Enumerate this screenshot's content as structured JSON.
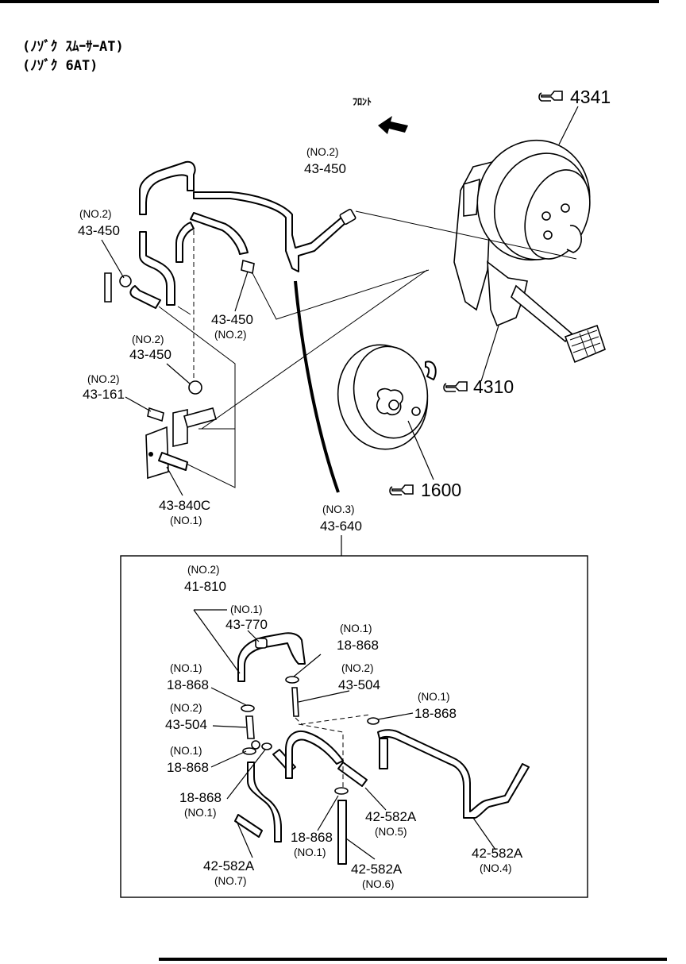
{
  "header": {
    "line1": "(ﾉｿﾞｸ ｽﾑｰｻｰAT)",
    "line2": "(ﾉｿﾞｸ 6AT)"
  },
  "front_label": "ﾌﾛﾝﾄ",
  "refs": {
    "r4341": "4341",
    "r4310": "4310",
    "r1600": "1600"
  },
  "upper_labels": {
    "a_no": "(NO.2)",
    "a_pn": "43-450",
    "b_no": "(NO.2)",
    "b_pn": "43-450",
    "c_pn": "43-450",
    "c_no": "(NO.2)",
    "d_no": "(NO.2)",
    "d_pn": "43-450",
    "e_no": "(NO.2)",
    "e_pn": "43-161",
    "f_pn": "43-840C",
    "f_no": "(NO.1)",
    "g_no": "(NO.3)",
    "g_pn": "43-640"
  },
  "inset_labels": {
    "h_no": "(NO.2)",
    "h_pn": "41-810",
    "i_no": "(NO.1)",
    "i_pn": "43-770",
    "j_no": "(NO.1)",
    "j_pn": "18-868",
    "k_no": "(NO.2)",
    "k_pn": "43-504",
    "l_no": "(NO.1)",
    "l_pn": "18-868",
    "m_no": "(NO.1)",
    "m_pn": "18-868",
    "n_no": "(NO.2)",
    "n_pn": "43-504",
    "o_no": "(NO.1)",
    "o_pn": "18-868",
    "p_pn": "18-868",
    "p_no": "(NO.1)",
    "q_pn": "42-582A",
    "q_no": "(NO.5)",
    "r_pn": "18-868",
    "r_no": "(NO.1)",
    "s_pn": "42-582A",
    "s_no": "(NO.4)",
    "t_pn": "42-582A",
    "t_no": "(NO.7)",
    "u_pn": "42-582A",
    "u_no": "(NO.6)"
  }
}
